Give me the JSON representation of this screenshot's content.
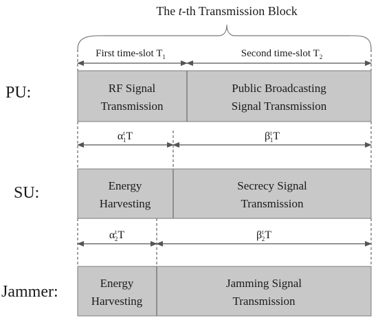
{
  "title": {
    "prefix": "The ",
    "italic": "t",
    "suffix": "-th Transmission Block"
  },
  "slots": {
    "first": {
      "text": "First time-slot T",
      "sub": "1"
    },
    "second": {
      "text": "Second time-slot T",
      "sub": "2"
    }
  },
  "rows": {
    "pu": {
      "label": "PU:",
      "seg1": [
        "RF Signal",
        "Transmission"
      ],
      "seg2": [
        "Public Broadcasting",
        "Signal Transmission"
      ]
    },
    "su": {
      "label": "SU:",
      "seg1": [
        "Energy",
        "Harvesting"
      ],
      "seg2": [
        "Secrecy Signal",
        "Transmission"
      ]
    },
    "jammer": {
      "label": "Jammer:",
      "seg1": [
        "Energy",
        "Harvesting"
      ],
      "seg2": [
        "Jamming Signal",
        "Transmission"
      ]
    }
  },
  "durations": {
    "alpha1": {
      "sym": "α",
      "sub": "1",
      "sup": "t",
      "unit": "T"
    },
    "beta1": {
      "sym": "β",
      "sub": "1",
      "sup": "t",
      "unit": "T"
    },
    "alpha2": {
      "sym": "α",
      "sub": "2",
      "sup": "t",
      "unit": "T"
    },
    "beta2": {
      "sym": "β",
      "sub": "2",
      "sup": "t",
      "unit": "T"
    }
  },
  "colors": {
    "segment_fill": "#c8c8c8",
    "segment_border": "#7a7a7a",
    "line": "#555555",
    "text": "#1a1a1a"
  }
}
